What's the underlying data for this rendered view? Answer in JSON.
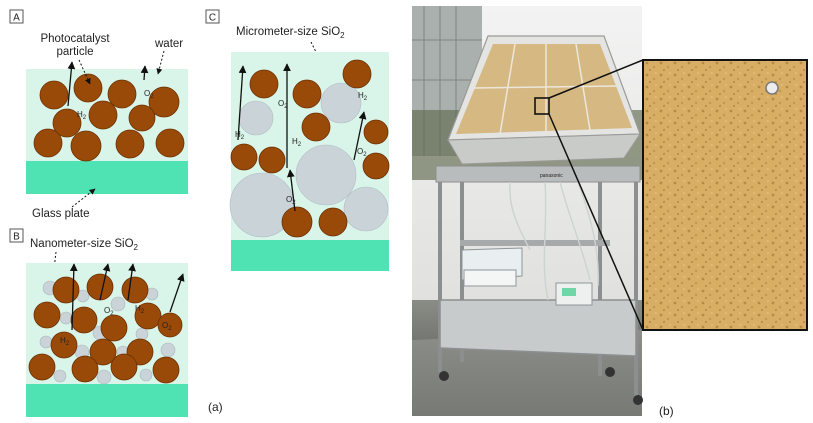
{
  "panel_a": {
    "tag": "A",
    "callout_particle_line1": "Photocatalyst",
    "callout_particle_line2": "particle",
    "callout_water": "water",
    "callout_glass": "Glass plate",
    "h2": "H",
    "h2_sub": "2",
    "o2": "O",
    "o2_sub": "2"
  },
  "panel_b": {
    "tag": "B",
    "title": "Nanometer-size SiO",
    "title_sub": "2",
    "h2": "H",
    "h2_sub": "2",
    "o2": "O",
    "o2_sub": "2"
  },
  "panel_c": {
    "tag": "C",
    "title": "Micrometer-size SiO",
    "title_sub": "2",
    "h2": "H",
    "h2_sub": "2",
    "o2": "O",
    "o2_sub": "2"
  },
  "caption_a": "(a)",
  "caption_b": "(b)",
  "photo": {
    "brand": "panasonic"
  },
  "colors": {
    "water": "#d9f5ea",
    "glass": "#4fe3b4",
    "particle": "#9a4a08",
    "particle_stroke": "#6b3000",
    "silica": "#c9d3d8",
    "sand": "#d7ad63"
  }
}
